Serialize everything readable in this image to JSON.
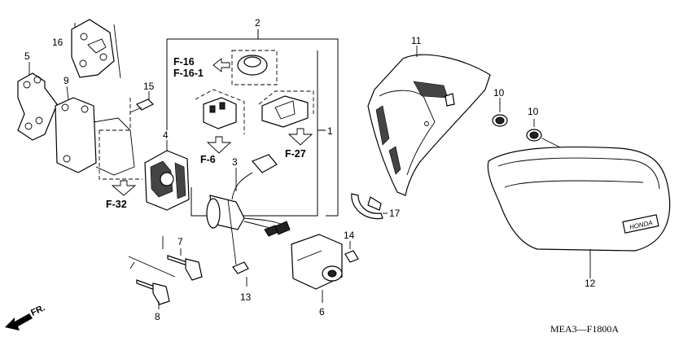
{
  "callouts": {
    "c1": "1",
    "c2": "2",
    "c3": "3",
    "c4": "4",
    "c5": "5",
    "c6": "6",
    "c7": "7",
    "c8": "8",
    "c9": "9",
    "c10a": "10",
    "c10b": "10",
    "c11": "11",
    "c12": "12",
    "c13": "13",
    "c14": "14",
    "c15": "15",
    "c16": "16",
    "c17": "17"
  },
  "refs": {
    "f16": "F-16",
    "f16_1": "F-16-1",
    "f6": "F-6",
    "f27": "F-27",
    "f32": "F-32"
  },
  "direction_label": "FR.",
  "diagram_code": "MEA3—F1800A",
  "emblem_text": "HONDA"
}
